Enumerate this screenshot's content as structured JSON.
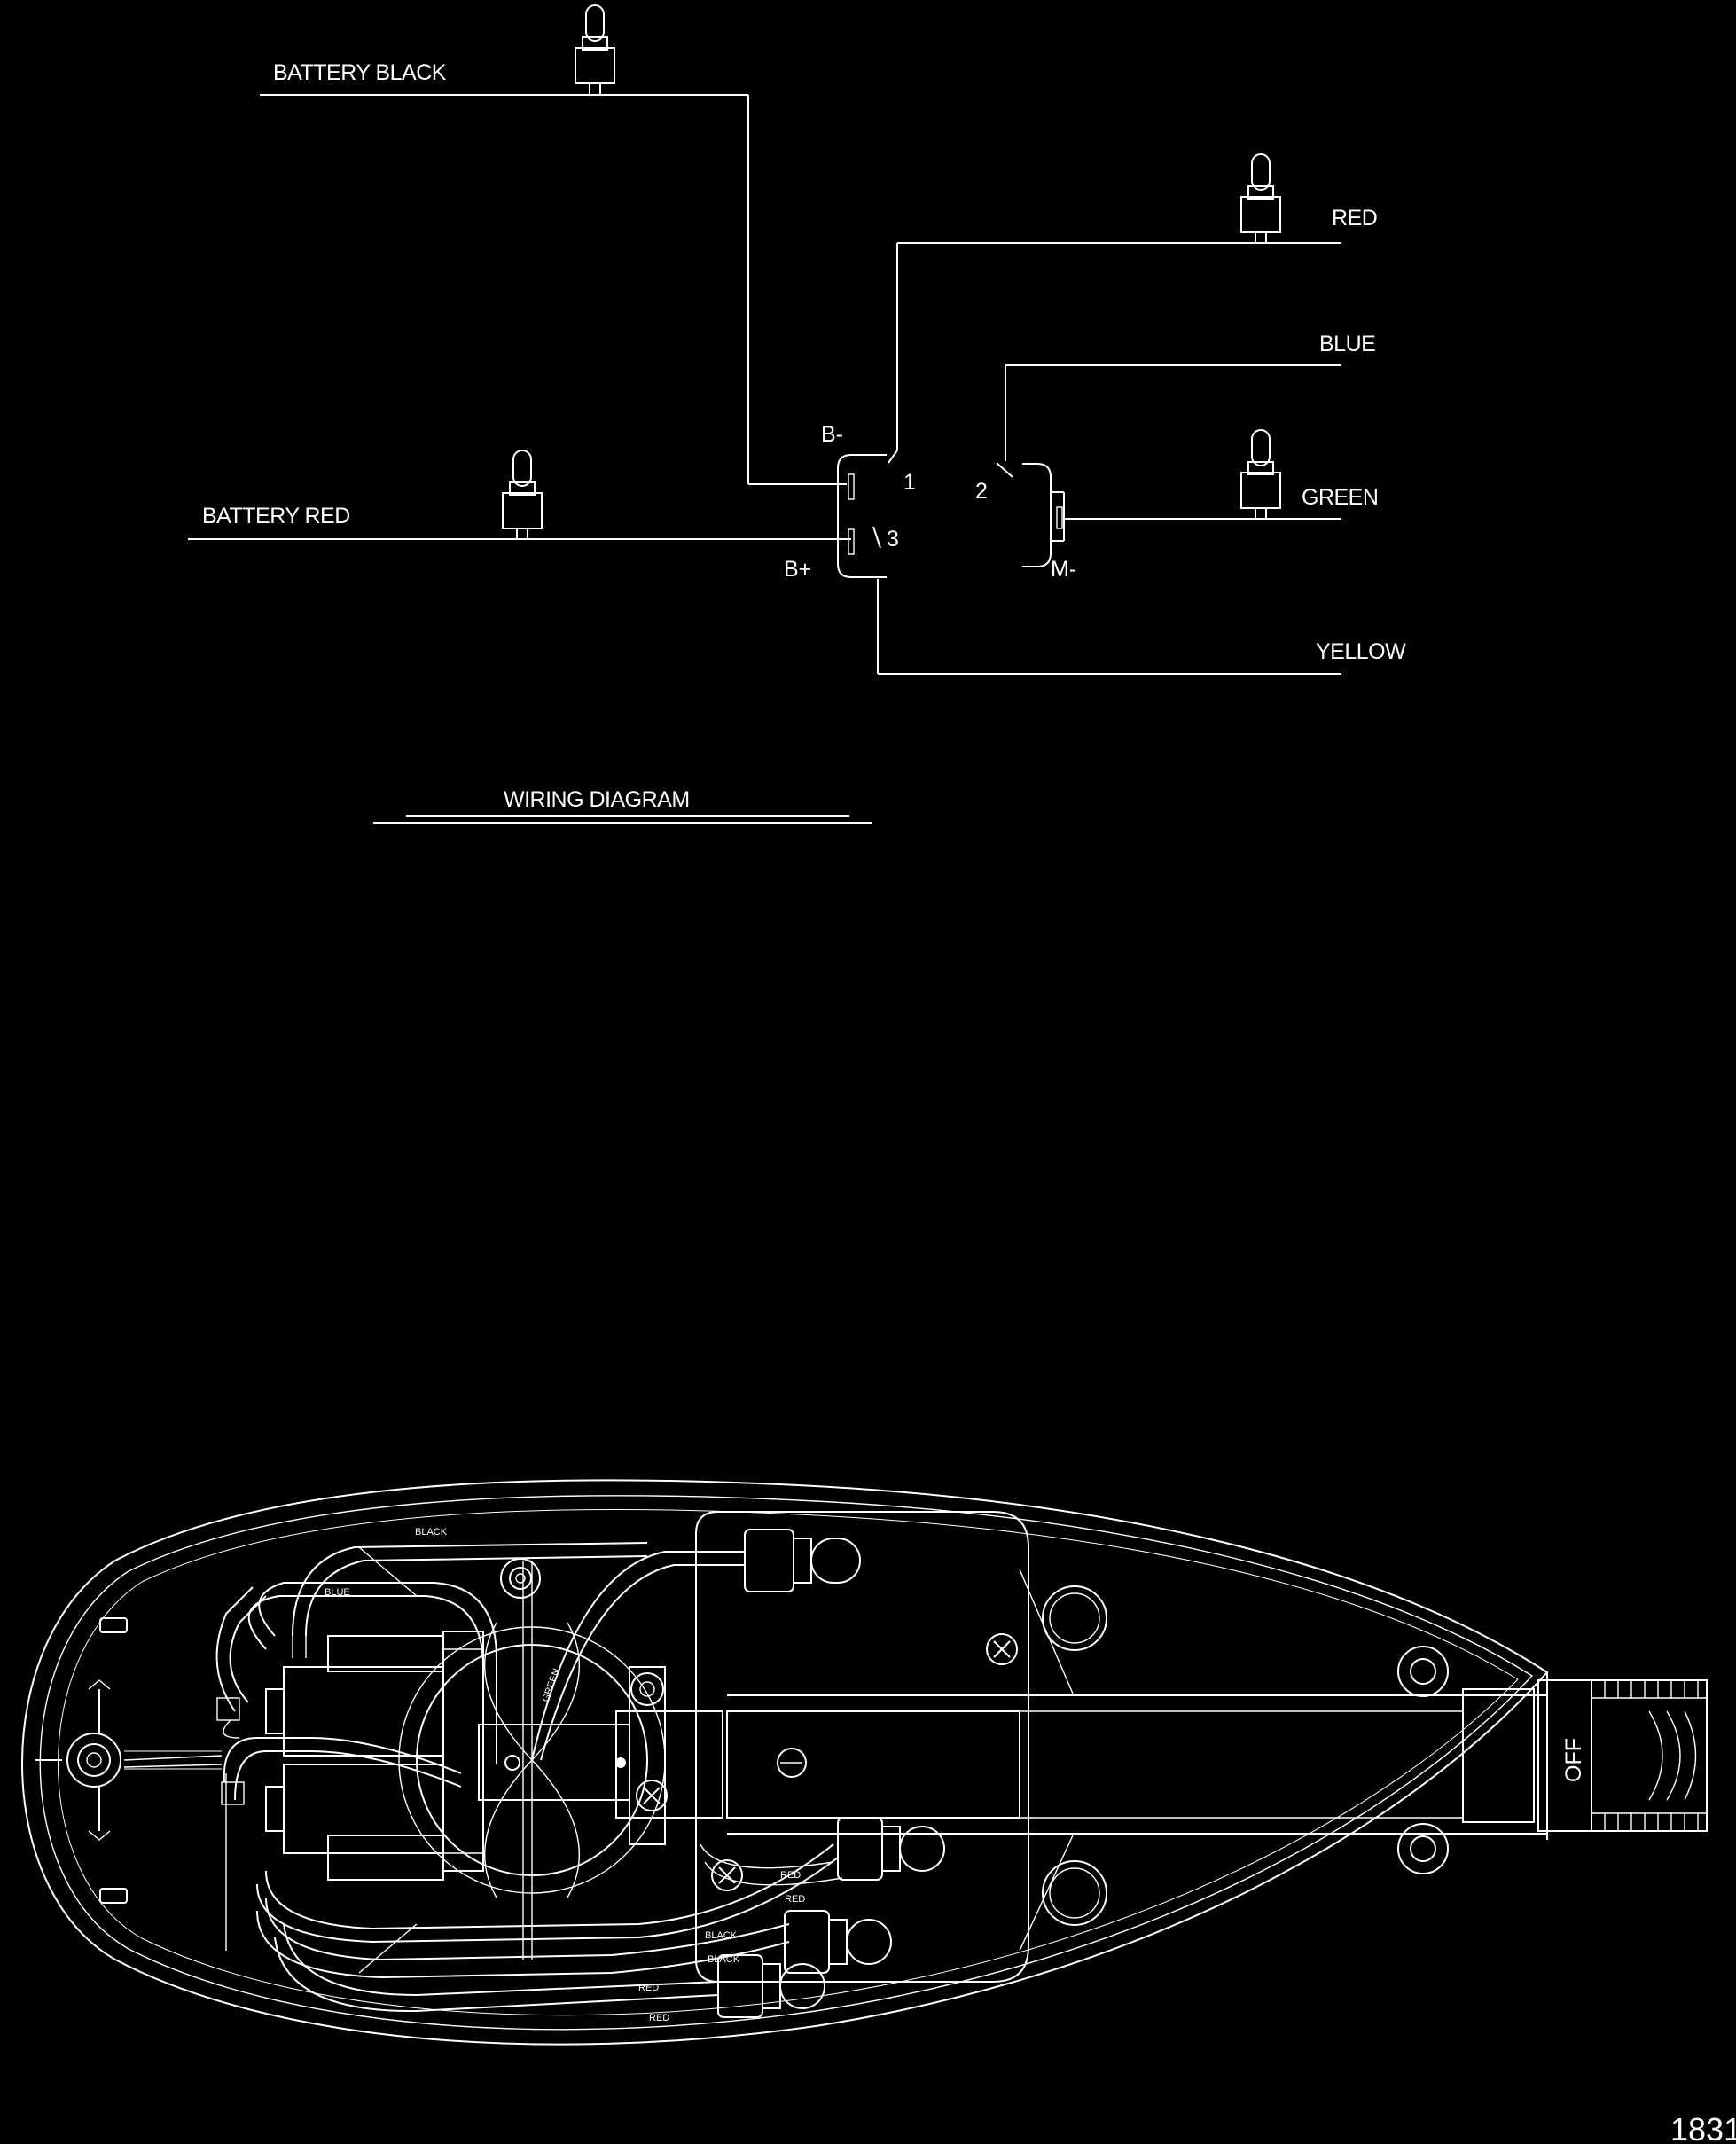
{
  "wiring": {
    "battery_black": "BATTERY BLACK",
    "battery_red": "BATTERY RED",
    "red": "RED",
    "blue": "BLUE",
    "green": "GREEN",
    "yellow": "YELLOW",
    "b_minus": "B-",
    "b_plus": "B+",
    "m_minus": "M-",
    "t1": "1",
    "t2": "2",
    "t3": "3",
    "title": "WIRING DIAGRAM"
  },
  "assembly": {
    "black": "BLACK",
    "blue": "BLUE",
    "green": "GREEN",
    "red": "RED",
    "off": "OFF"
  },
  "figure_number": "1831"
}
